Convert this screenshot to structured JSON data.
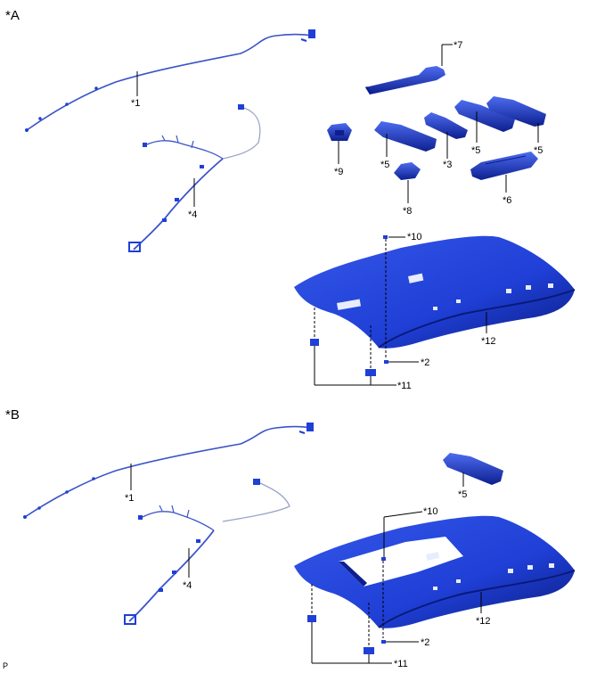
{
  "sections": [
    {
      "id": "A",
      "heading": "*A",
      "labels": {
        "harness_roof": "*1",
        "harness_side": "*4",
        "pad_7": "*7",
        "pad_5a": "*5",
        "pad_5b": "*5",
        "pad_5c": "*5",
        "pad_3": "*3",
        "pad_6": "*6",
        "clip_9": "*9",
        "clip_8": "*8",
        "clip_10": "*10",
        "headlining": "*12",
        "clip_2": "*2",
        "clip_11": "*11"
      }
    },
    {
      "id": "B",
      "heading": "*B",
      "labels": {
        "harness_roof": "*1",
        "harness_side": "*4",
        "pad_5": "*5",
        "clip_10": "*10",
        "headlining": "*12",
        "clip_2": "*2",
        "clip_11": "*11"
      }
    }
  ],
  "footer": "P",
  "colors": {
    "part_fill": "#1f3fd6",
    "part_dark": "#0d1f8f",
    "part_light": "#4d6cf0",
    "wire": "#3b54c8",
    "wire_light": "#9aa4c9",
    "line": "#000000"
  }
}
